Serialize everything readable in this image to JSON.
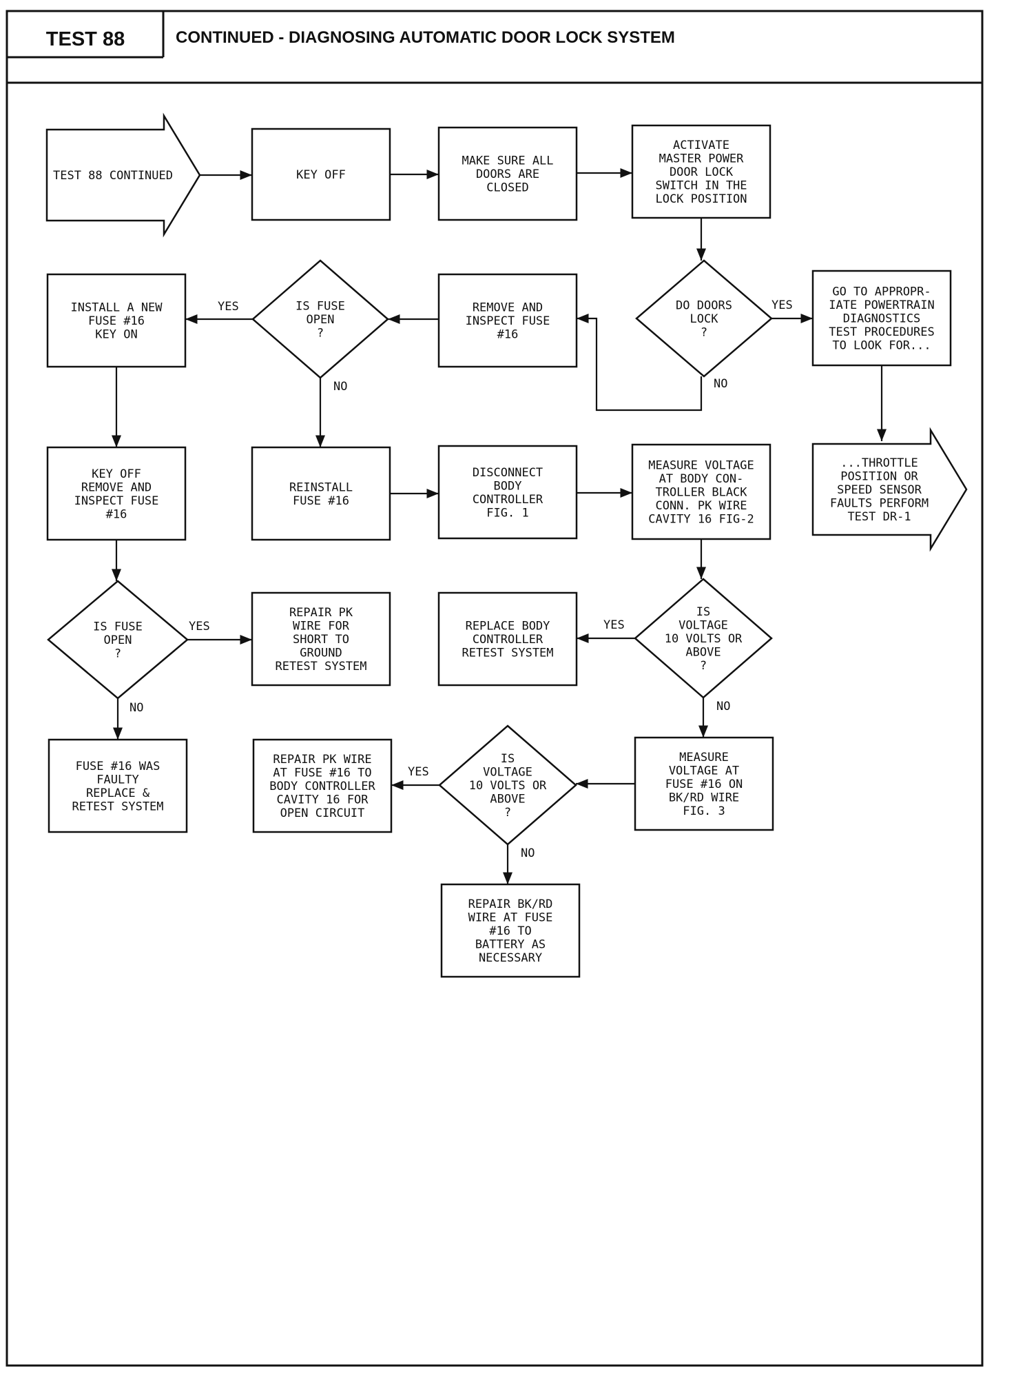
{
  "header": {
    "test_label": "TEST 88",
    "title": "CONTINUED - DIAGNOSING AUTOMATIC DOOR LOCK SYSTEM"
  },
  "flowchart": {
    "nodes": {
      "start": {
        "shape": "arrow",
        "lines": [
          "TEST 88 CONTINUED"
        ]
      },
      "key_off": {
        "shape": "box",
        "lines": [
          "KEY OFF"
        ]
      },
      "doors_closed": {
        "shape": "box",
        "lines": [
          "MAKE SURE ALL",
          "DOORS ARE",
          "CLOSED"
        ]
      },
      "activate": {
        "shape": "box",
        "lines": [
          "ACTIVATE",
          "MASTER POWER",
          "DOOR LOCK",
          "SWITCH IN THE",
          "LOCK POSITION"
        ]
      },
      "doors_lock": {
        "shape": "diamond",
        "lines": [
          "DO DOORS",
          "LOCK",
          "?"
        ]
      },
      "goto_powertrain": {
        "shape": "box",
        "lines": [
          "GO TO APPROPR-",
          "IATE POWERTRAIN",
          "DIAGNOSTICS",
          "TEST PROCEDURES",
          "TO LOOK FOR..."
        ]
      },
      "throttle": {
        "shape": "arrow",
        "lines": [
          "...THROTTLE",
          "POSITION OR",
          "SPEED SENSOR",
          "FAULTS PERFORM",
          "TEST DR-1"
        ]
      },
      "remove_inspect": {
        "shape": "box",
        "lines": [
          "REMOVE AND",
          "INSPECT FUSE",
          "#16"
        ]
      },
      "fuse_open_1": {
        "shape": "diamond",
        "lines": [
          "IS FUSE",
          "OPEN",
          "?"
        ]
      },
      "install_new": {
        "shape": "box",
        "lines": [
          "INSTALL A NEW",
          "FUSE #16",
          "KEY ON"
        ]
      },
      "keyoff_remove": {
        "shape": "box",
        "lines": [
          "KEY OFF",
          "REMOVE AND",
          "INSPECT FUSE",
          "#16"
        ]
      },
      "reinstall": {
        "shape": "box",
        "lines": [
          "REINSTALL",
          "FUSE #16"
        ]
      },
      "disconnect": {
        "shape": "box",
        "lines": [
          "DISCONNECT",
          "BODY",
          "CONTROLLER",
          "FIG. 1"
        ]
      },
      "measure_body": {
        "shape": "box",
        "lines": [
          "MEASURE VOLTAGE",
          "AT BODY CON-",
          "TROLLER BLACK",
          "CONN. PK WIRE",
          "CAVITY 16 FIG-2"
        ]
      },
      "fuse_open_2": {
        "shape": "diamond",
        "lines": [
          "IS FUSE",
          "OPEN",
          "?"
        ]
      },
      "repair_pk_short": {
        "shape": "box",
        "lines": [
          "REPAIR PK",
          "WIRE FOR",
          "SHORT TO",
          "GROUND",
          "RETEST SYSTEM"
        ]
      },
      "replace_body": {
        "shape": "box",
        "lines": [
          "REPLACE BODY",
          "CONTROLLER",
          "RETEST SYSTEM"
        ]
      },
      "voltage_1": {
        "shape": "diamond",
        "lines": [
          "IS",
          "VOLTAGE",
          "10 VOLTS OR",
          "ABOVE",
          "?"
        ]
      },
      "fuse_faulty": {
        "shape": "box",
        "lines": [
          "FUSE #16 WAS",
          "FAULTY",
          "REPLACE &",
          "RETEST SYSTEM"
        ]
      },
      "repair_pk_open": {
        "shape": "box",
        "lines": [
          "REPAIR PK WIRE",
          "AT FUSE #16 TO",
          "BODY CONTROLLER",
          "CAVITY 16 FOR",
          "OPEN CIRCUIT"
        ]
      },
      "voltage_2": {
        "shape": "diamond",
        "lines": [
          "IS",
          "VOLTAGE",
          "10 VOLTS OR",
          "ABOVE",
          "?"
        ]
      },
      "measure_fuse": {
        "shape": "box",
        "lines": [
          "MEASURE",
          "VOLTAGE AT",
          "FUSE #16 ON",
          "BK/RD WIRE",
          "FIG. 3"
        ]
      },
      "repair_bkrd": {
        "shape": "box",
        "lines": [
          "REPAIR BK/RD",
          "WIRE AT FUSE",
          "#16 TO",
          "BATTERY AS",
          "NECESSARY"
        ]
      }
    },
    "labels": {
      "yes": "YES",
      "no": "NO"
    }
  }
}
